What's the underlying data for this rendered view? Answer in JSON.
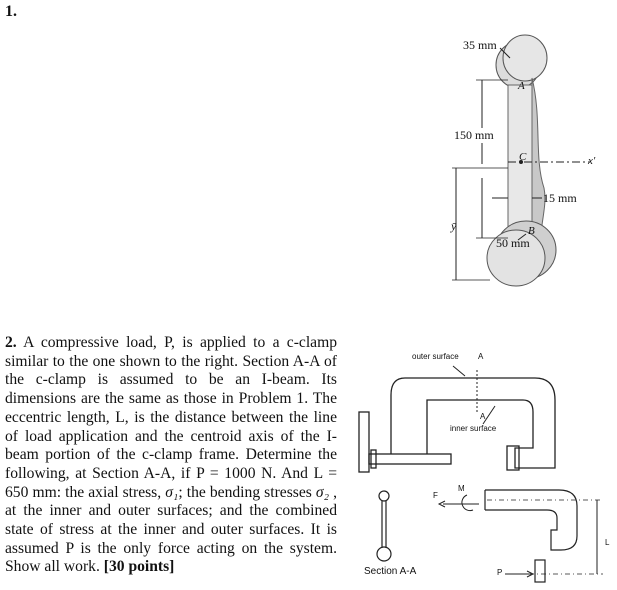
{
  "problem1": {
    "number": "1."
  },
  "problem2": {
    "lead": "2.",
    "body_before_sigma1": "A compressive load, P, is applied to a c-clamp similar to the one shown to the right. Section A-A of the c-clamp is assumed to be an I-beam. Its dimensions are the same as those in Problem 1. The eccentric length, L, is the distance between the line of load application and the centroid axis of the I-beam portion of the c-clamp frame. Determine the following, at Section A-A, if P = 1000 N. And L = 650 mm: the axial stress,",
    "sigma1": "σ₁",
    "between_sigmas": "; the bending stresses",
    "sigma2": "σ₂",
    "body_after_sigma2": ", at the inner and outer surfaces; and the combined state of stress at the inner and outer surfaces. It is assumed P is the only force acting on the system. Show all work.",
    "points": "[30 points]"
  },
  "figure1": {
    "dim_top": "35 mm",
    "label_A": "A",
    "dim_length": "150 mm",
    "label_C": "C",
    "label_xprime": "x′",
    "dim_web": "15 mm",
    "label_ybar": "ȳ",
    "label_B": "B",
    "dim_bottom": "50 mm"
  },
  "figure2": {
    "label_outer": "outer surface",
    "label_A_top": "A",
    "label_A_mid": "A",
    "label_inner": "inner surface",
    "label_section": "Section A-A",
    "label_F": "F",
    "label_M": "M",
    "label_L": "L",
    "label_P": "P"
  }
}
